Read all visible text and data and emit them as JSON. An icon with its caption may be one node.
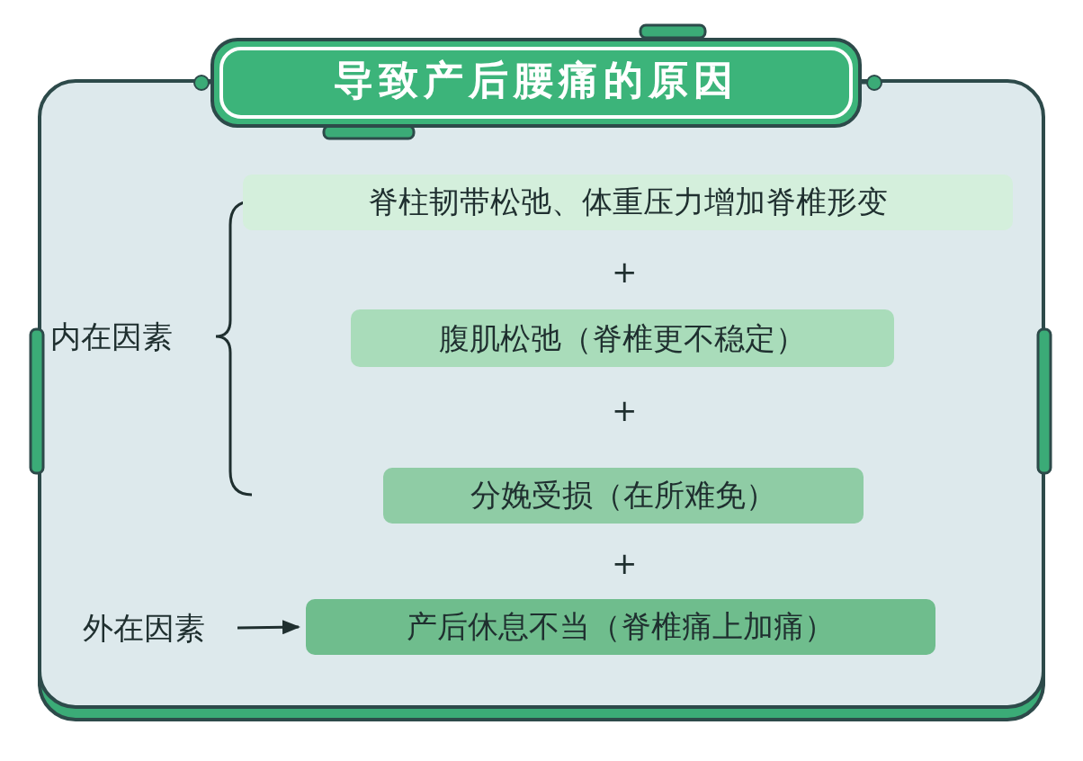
{
  "diagram": {
    "title": "导致产后腰痛的原因",
    "nodes": [
      {
        "text": [
          "脊柱韧带松弛、体重压力增加脊椎形变"
        ]
      },
      {
        "text": [
          "腹肌松弛（脊椎更不稳定）"
        ]
      },
      {
        "text": [
          "分娩受损（在所难免）"
        ]
      },
      {
        "text": [
          "产后休息不当（脊椎痛上加痛）"
        ]
      },
      {
        "text": [
          "外在因素"
        ]
      }
    ],
    "edges": [
      {
        "from": 4,
        "to": 3,
        "arrow": "to"
      }
    ],
    "labels": [
      "内在因素",
      "+",
      "+",
      "+"
    ]
  }
}
